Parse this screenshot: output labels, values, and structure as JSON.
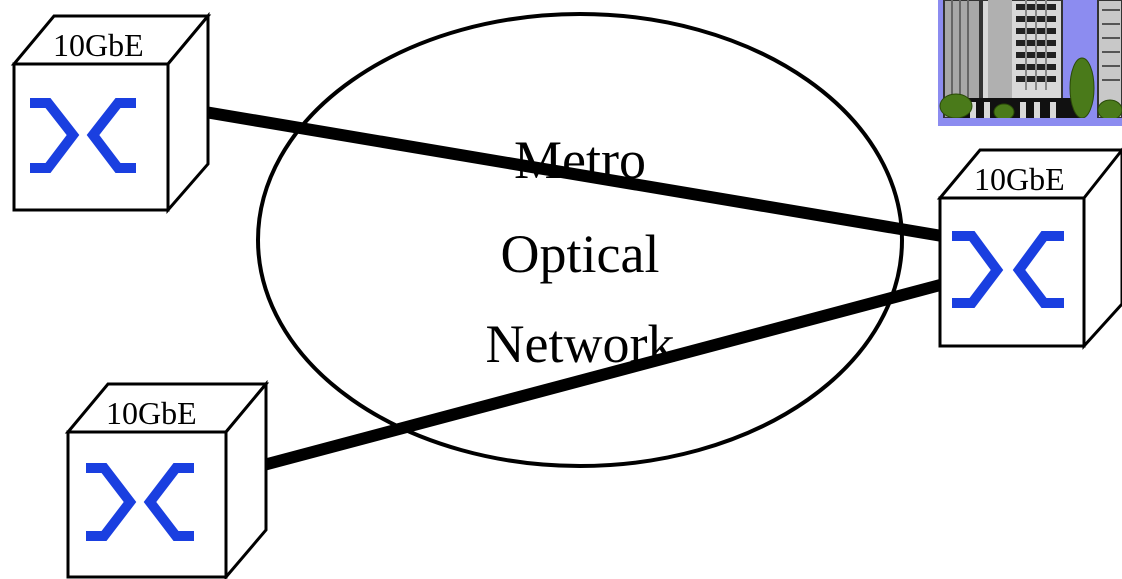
{
  "network": {
    "label_lines": [
      "Metro",
      "Optical",
      "Network"
    ]
  },
  "switches": [
    {
      "id": "top-left",
      "label": "10GbE",
      "icon": "crossconnect-icon"
    },
    {
      "id": "right",
      "label": "10GbE",
      "icon": "crossconnect-icon"
    },
    {
      "id": "bottom-left",
      "label": "10GbE",
      "icon": "crossconnect-icon"
    }
  ],
  "building": {
    "icon": "office-building-icon"
  },
  "links": [
    {
      "from": "top-left",
      "to": "right"
    },
    {
      "from": "bottom-left",
      "to": "right"
    }
  ],
  "colors": {
    "line": "#000000",
    "switch_icon": "#1a3fe0",
    "building_sky": "#8c8cf0",
    "building_wall": "#c8c8c8",
    "tree": "#4a7a1a"
  }
}
